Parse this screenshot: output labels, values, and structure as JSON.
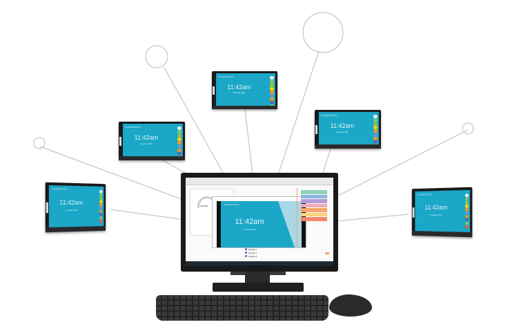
{
  "scene": {
    "description": "Central desktop PC connected by lines to six wall-mounted interactive displays",
    "colors": {
      "screen_teal": "#1ba7c7",
      "bezel": "#1b1b1d",
      "line": "#c8c8c8"
    }
  },
  "displays": [
    {
      "id": "top-center",
      "brand": "CLEVERTOUCH",
      "time": "11:42am",
      "date": "Tuesday 16th"
    },
    {
      "id": "upper-left",
      "brand": "CLEVERTOUCH",
      "time": "11:42am",
      "date": "Tuesday 16th"
    },
    {
      "id": "upper-right",
      "brand": "CLEVERTOUCH",
      "time": "11:42am",
      "date": "Tuesday 16th"
    },
    {
      "id": "left",
      "brand": "CLEVERTOUCH",
      "time": "11:42am",
      "date": "Tuesday 16th"
    },
    {
      "id": "right",
      "brand": "CLEVERTOUCH",
      "time": "11:42am",
      "date": "Tuesday 16th"
    }
  ],
  "app_colors": [
    "#f0f0f0",
    "#7cc576",
    "#8dc63f",
    "#ffd400",
    "#f7941d",
    "#5b9bd5",
    "#f7941d",
    "#4a6fb5",
    "#7cc576",
    "#ef5a3c"
  ],
  "monitor": {
    "window_brand": "CLEVERTOUCH",
    "window_time": "11:42am",
    "window_date": "Tuesday 16th",
    "gauge_label": "ONLINE",
    "swatch_colors": [
      "#8fd3b5",
      "#8bb4e0",
      "#b49ad8",
      "#f4a8b8",
      "#f6a46a",
      "#f9d27a",
      "#f3876c"
    ],
    "list_items": [
      "Display 1",
      "Display 2",
      "Display 3"
    ]
  }
}
